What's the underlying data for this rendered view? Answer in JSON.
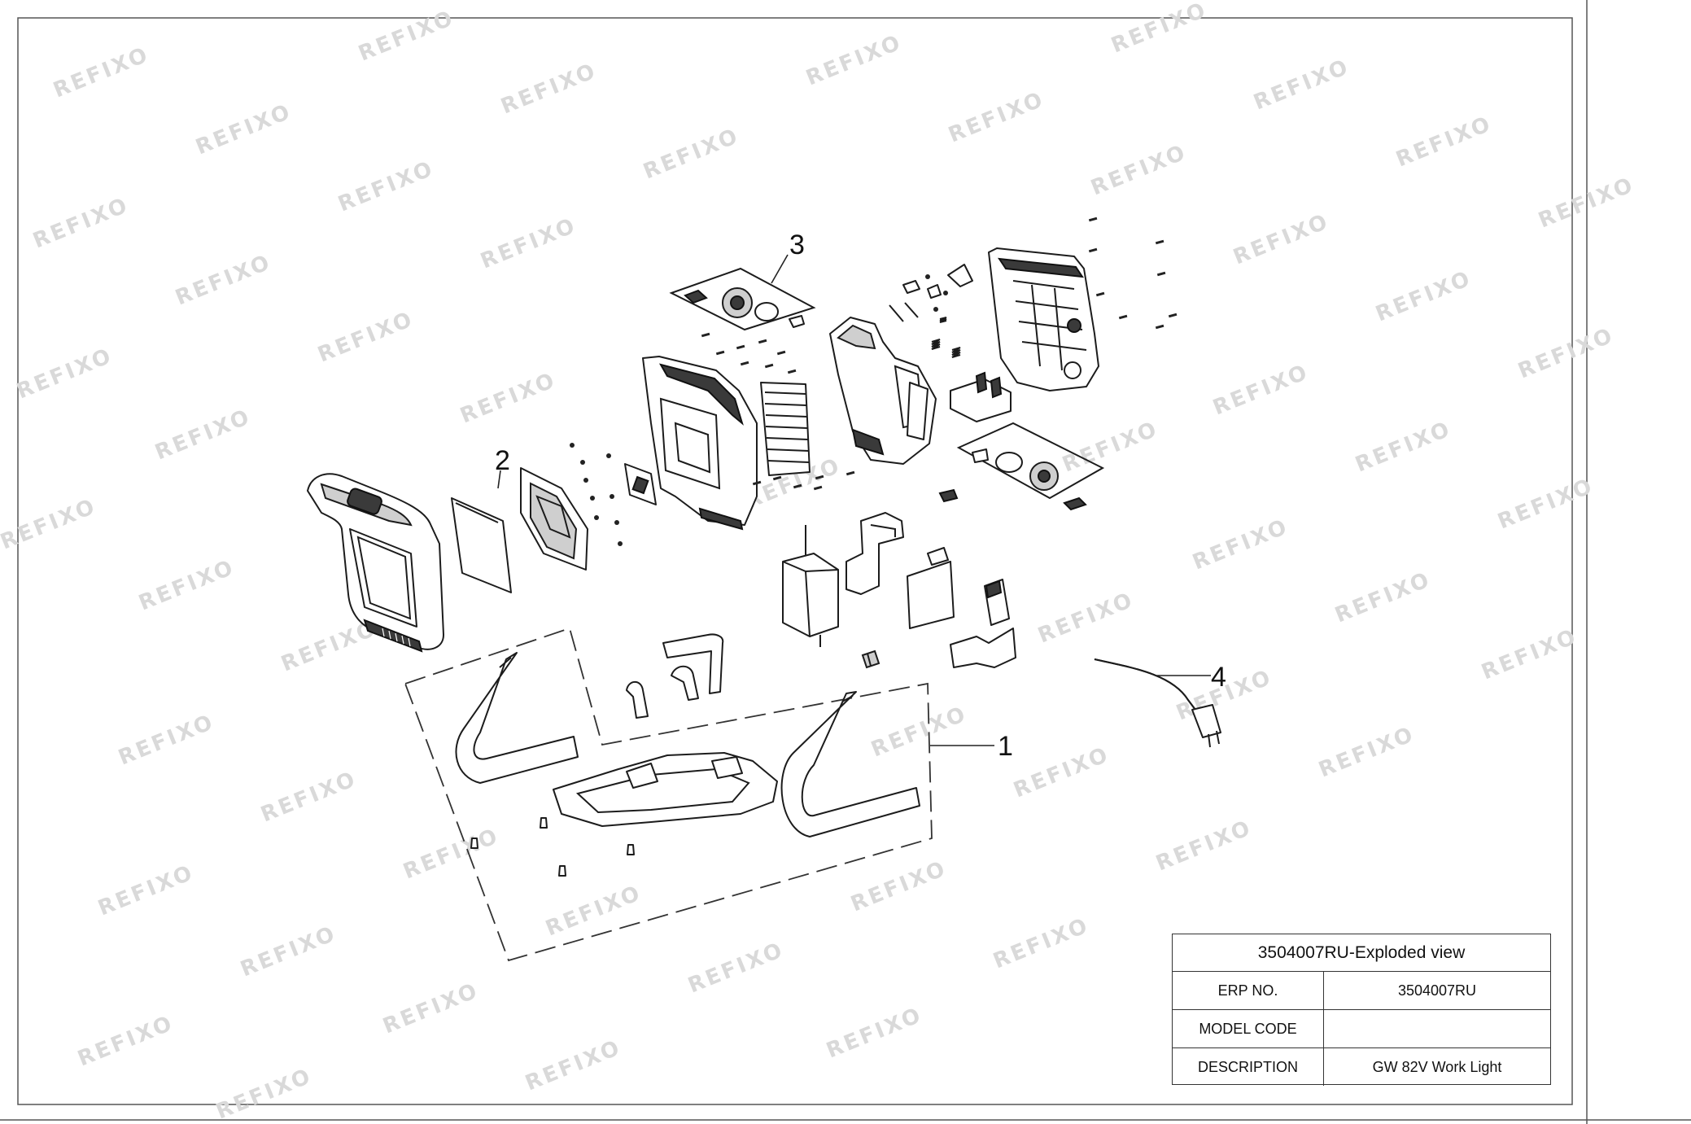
{
  "watermark": {
    "text": "REFIXO"
  },
  "callouts": [
    "1",
    "2",
    "3",
    "4"
  ],
  "title_block": {
    "title": "3504007RU-Exploded view",
    "rows": [
      {
        "key": "ERP NO.",
        "value": "3504007RU"
      },
      {
        "key": "MODEL CODE",
        "value": ""
      },
      {
        "key": "DESCRIPTION",
        "value": "GW 82V Work Light"
      }
    ]
  }
}
